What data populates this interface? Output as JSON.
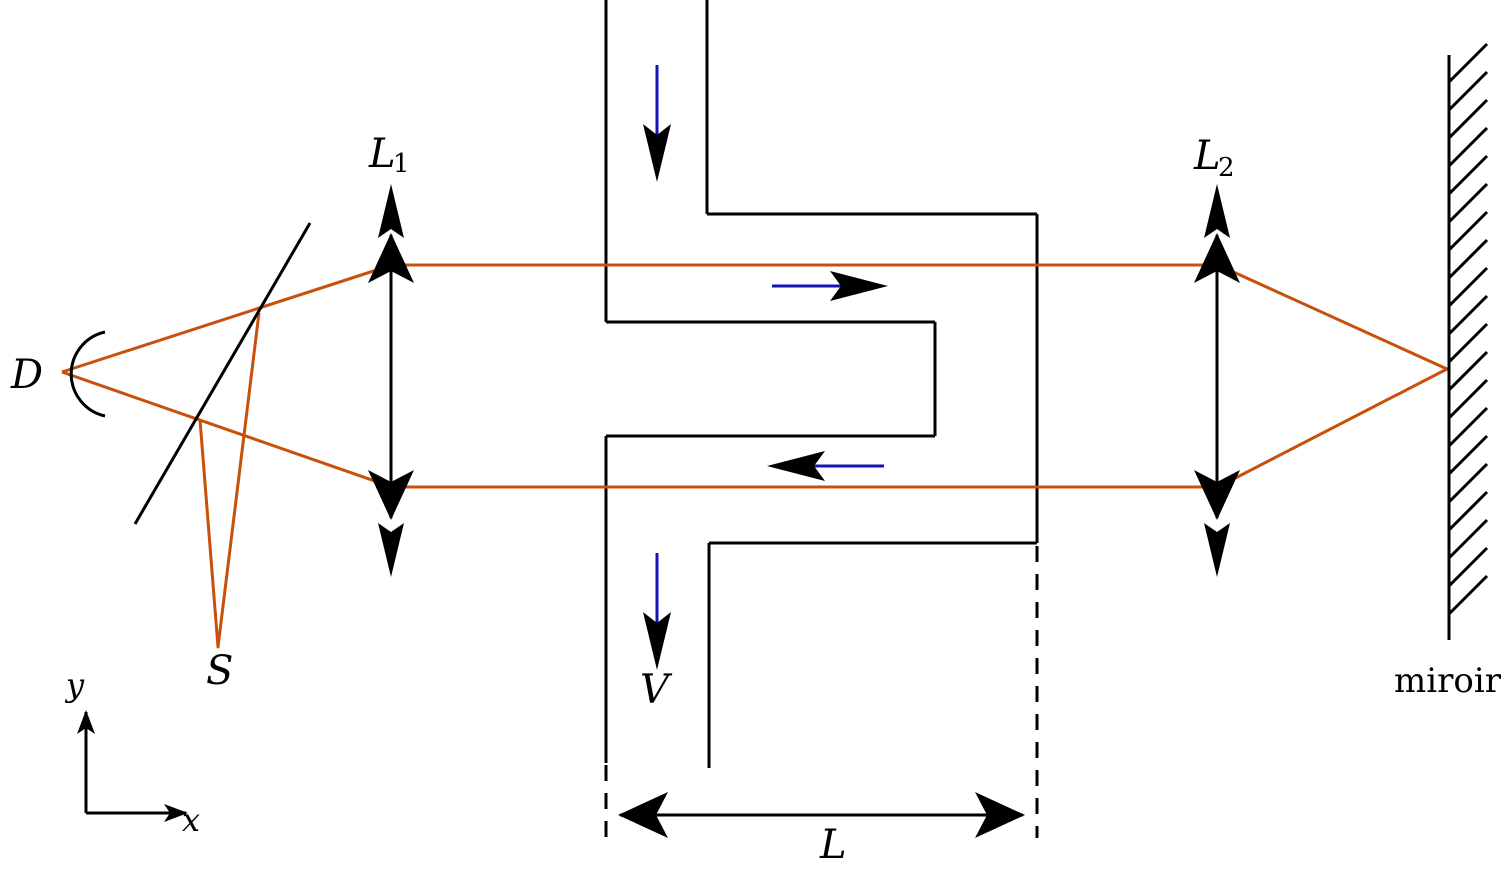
{
  "labels": {
    "lens1_main": "L",
    "lens1_sub": "1",
    "lens2_main": "L",
    "lens2_sub": "2",
    "detector": "D",
    "source": "S",
    "velocity": "V",
    "length": "L",
    "mirror": "miroir",
    "axis_x": "x",
    "axis_y": "y"
  },
  "colors": {
    "light_ray": "#c8500a",
    "flow_arrow": "#1414b4",
    "structure": "#000000"
  }
}
